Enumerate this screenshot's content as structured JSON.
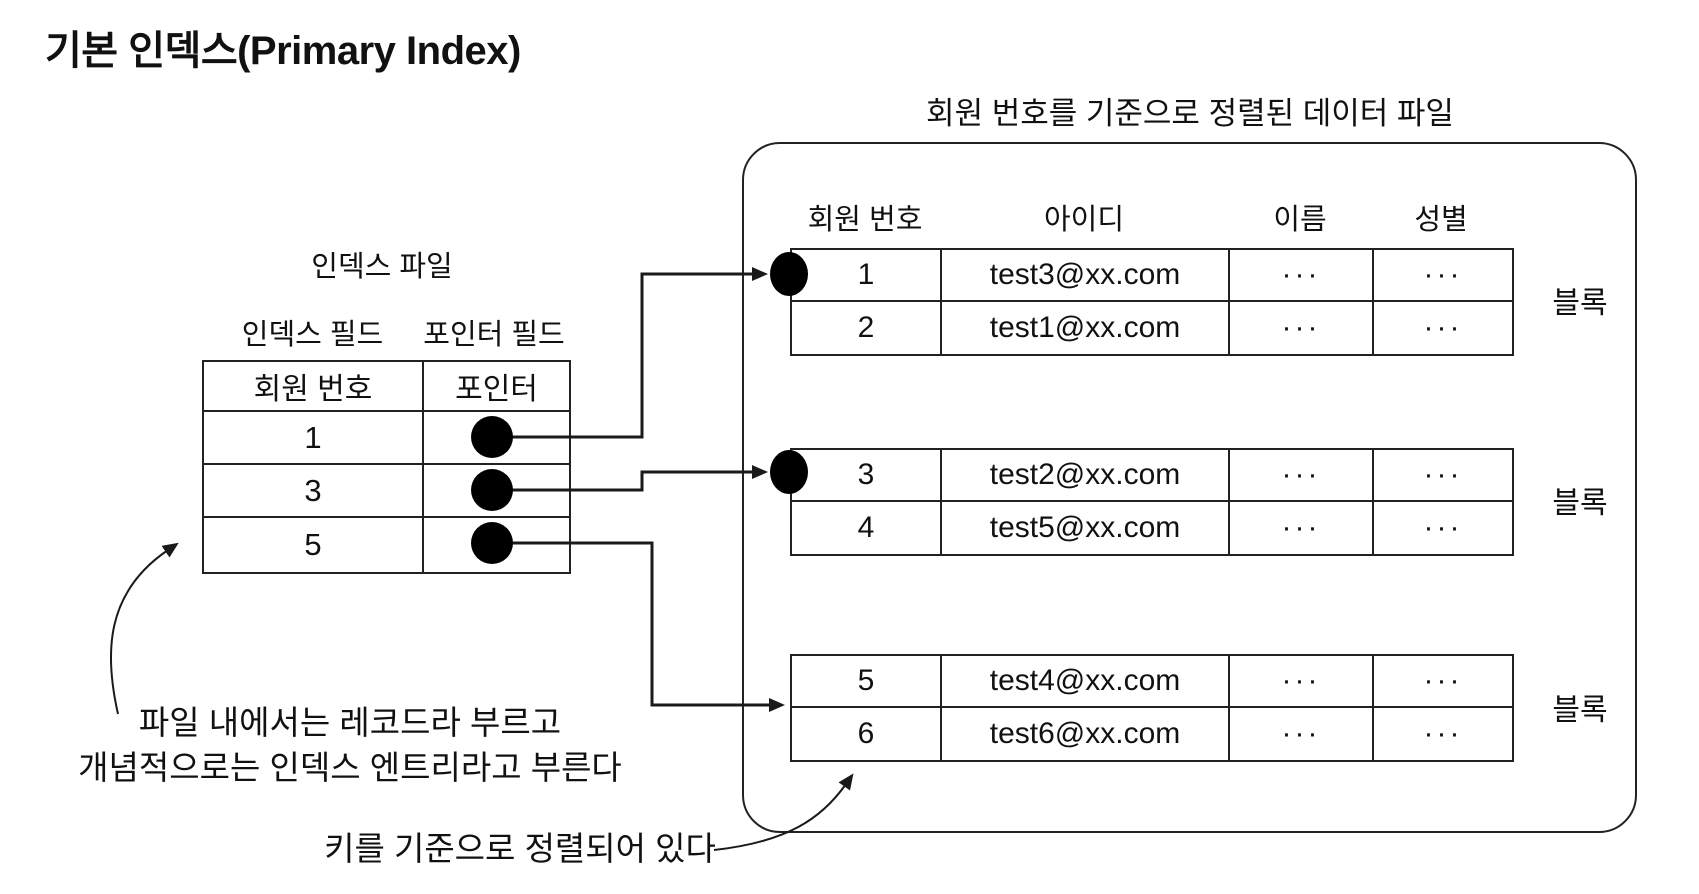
{
  "title": "기본 인덱스(Primary Index)",
  "data_file": {
    "caption": "회원 번호를 기준으로 정렬된 데이터 파일",
    "columns": [
      "회원 번호",
      "아이디",
      "이름",
      "성별"
    ],
    "block_label": "블록",
    "blocks": [
      {
        "rows": [
          {
            "no": "1",
            "id": "test3@xx.com",
            "name": "···",
            "gender": "···"
          },
          {
            "no": "2",
            "id": "test1@xx.com",
            "name": "···",
            "gender": "···"
          }
        ]
      },
      {
        "rows": [
          {
            "no": "3",
            "id": "test2@xx.com",
            "name": "···",
            "gender": "···"
          },
          {
            "no": "4",
            "id": "test5@xx.com",
            "name": "···",
            "gender": "···"
          }
        ]
      },
      {
        "rows": [
          {
            "no": "5",
            "id": "test4@xx.com",
            "name": "···",
            "gender": "···"
          },
          {
            "no": "6",
            "id": "test6@xx.com",
            "name": "···",
            "gender": "···"
          }
        ]
      }
    ]
  },
  "index_file": {
    "caption": "인덱스 파일",
    "index_field_label": "인덱스 필드",
    "pointer_field_label": "포인터 필드",
    "key_header": "회원 번호",
    "pointer_header": "포인터",
    "keys": [
      "1",
      "3",
      "5"
    ]
  },
  "annotations": {
    "record_note_line1": "파일 내에서는 레코드라 부르고",
    "record_note_line2": "개념적으로는 인덱스 엔트리라고 부른다",
    "sorted_note": "키를 기준으로 정렬되어 있다"
  },
  "colors": {
    "ink": "#1a1a1a",
    "background": "#ffffff"
  }
}
